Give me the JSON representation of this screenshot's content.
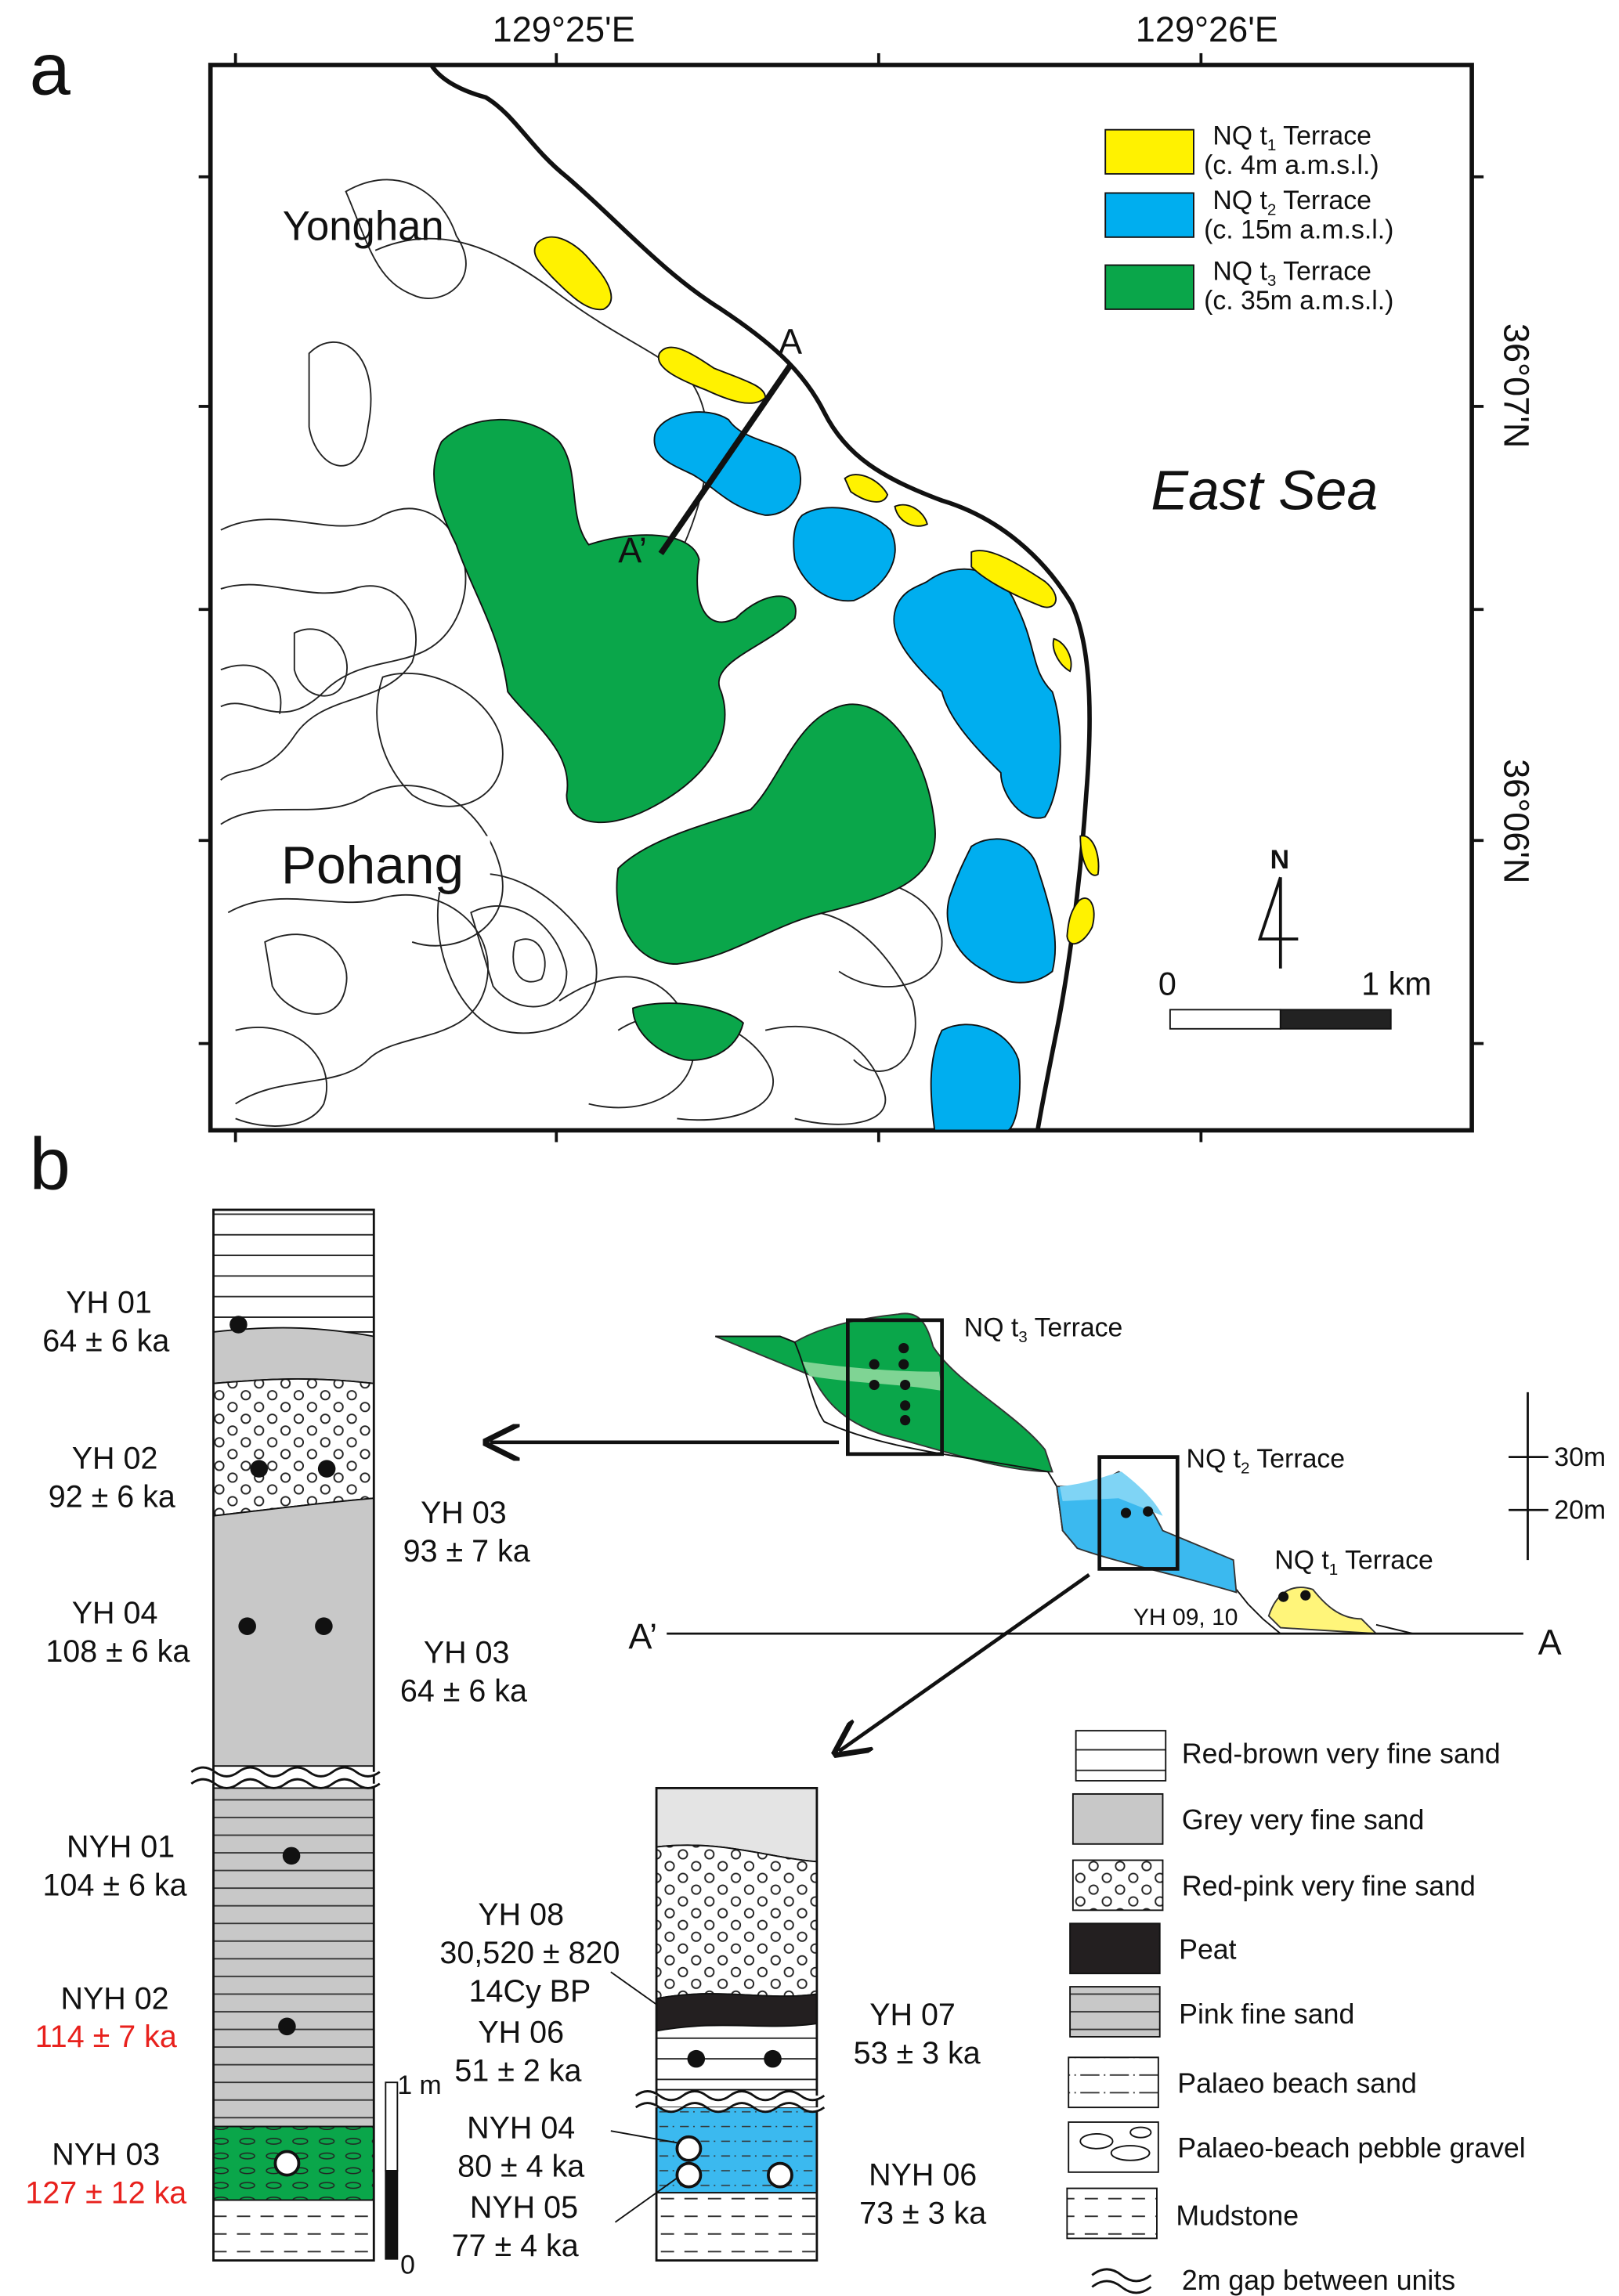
{
  "panel_a": {
    "label": "a",
    "lon_labels": [
      "129°25'E",
      "129°26'E"
    ],
    "lat_labels": [
      "36°07'N",
      "36°06'N"
    ],
    "places": {
      "yonghan": "Yonghan",
      "pohang": "Pohang",
      "sea": "East Sea"
    },
    "section_ends": {
      "a": "A",
      "a_prime": "A’"
    },
    "north": "N",
    "scale": {
      "start": "0",
      "end": "1 km"
    },
    "legend": [
      {
        "name": "NQ t",
        "sub": "1",
        "suffix": " Terrace",
        "elev": "(c. 4m a.m.s.l.)",
        "color": "#fff200"
      },
      {
        "name": "NQ t",
        "sub": "2",
        "suffix": " Terrace",
        "elev": "(c. 15m a.m.s.l.)",
        "color": "#00aeef"
      },
      {
        "name": "NQ t",
        "sub": "3",
        "suffix": " Terrace",
        "elev": "(c. 35m a.m.s.l.)",
        "color": "#0aa64a"
      }
    ]
  },
  "panel_b": {
    "label": "b",
    "column1": {
      "samples": [
        {
          "id": "YH 01",
          "age": "64 ± 6 ka"
        },
        {
          "id": "YH 02",
          "age": "92 ± 6 ka"
        },
        {
          "id": "YH 03",
          "age": "93 ± 7 ka"
        },
        {
          "id": "YH 04",
          "age": "108 ± 6 ka"
        },
        {
          "id": "YH 03",
          "age": "64 ± 6 ka"
        },
        {
          "id": "NYH 01",
          "age": "104 ± 6 ka"
        },
        {
          "id": "NYH 02",
          "age": "114 ± 7 ka"
        },
        {
          "id": "NYH 03",
          "age": "127 ± 12 ka"
        }
      ],
      "scale_top": "1 m",
      "scale_bottom": "0"
    },
    "column2": {
      "samples": [
        {
          "id": "YH 08",
          "age": "30,520 ± 820",
          "unit": "14Cy BP"
        },
        {
          "id": "YH 06",
          "age": "51 ± 2 ka"
        },
        {
          "id": "YH 07",
          "age": "53 ± 3 ka"
        },
        {
          "id": "NYH 04",
          "age": "80 ± 4 ka"
        },
        {
          "id": "NYH 05",
          "age": "77 ± 4 ka"
        },
        {
          "id": "NYH 06",
          "age": "73 ± 3 ka"
        }
      ]
    },
    "cross_section": {
      "terraces": [
        {
          "name": "NQ t",
          "sub": "3",
          "suffix": " Terrace"
        },
        {
          "name": "NQ t",
          "sub": "2",
          "suffix": " Terrace"
        },
        {
          "name": "NQ t",
          "sub": "1",
          "suffix": " Terrace"
        }
      ],
      "samples_label": "YH 09, 10",
      "scale_ticks": [
        "30m",
        "20m"
      ],
      "ends": {
        "left": "A’",
        "right": "A"
      }
    },
    "legend": [
      "Red-brown very fine sand",
      "Grey very fine sand",
      "Red-pink very fine sand",
      "Peat",
      "Pink fine sand",
      "Palaeo beach sand",
      "Palaeo-beach pebble gravel",
      "Mudstone",
      "2m gap between units"
    ]
  }
}
